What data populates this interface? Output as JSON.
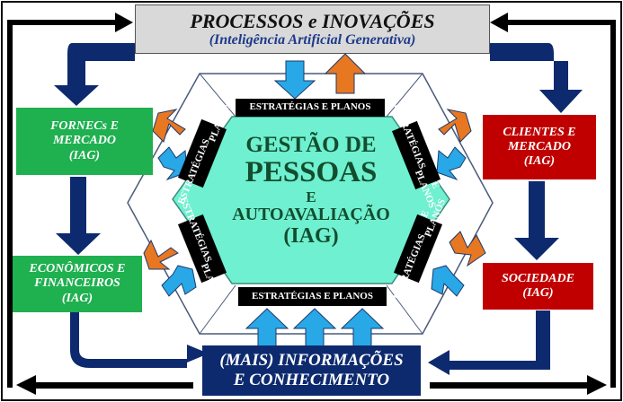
{
  "top": {
    "title": "PROCESSOS e INOVAÇÕES",
    "subtitle": "(Inteligência Artificial Generativa)"
  },
  "left": [
    {
      "lines": [
        "FORNECs E",
        "MERCADO",
        "(IAG)"
      ]
    },
    {
      "lines": [
        "ECONÔMICOS E",
        "FINANCEIROS",
        "(IAG)"
      ]
    }
  ],
  "right": [
    {
      "lines": [
        "CLIENTES E",
        "MERCADO",
        "(IAG)"
      ]
    },
    {
      "lines": [
        "SOCIEDADE",
        "(IAG)"
      ]
    }
  ],
  "bottom": {
    "lines": [
      "(MAIS) INFORMAÇÕES",
      "E CONHECIMENTO"
    ]
  },
  "center": {
    "lines": [
      "GESTÃO DE",
      "PESSOAS",
      "E",
      "AUTOAVALIAÇÃO",
      "(IAG)"
    ]
  },
  "labels": {
    "horizontal": "ESTRATÉGIAS E PLANOS",
    "rotated": [
      "ESTRATÉGIAS",
      "E PLANOS"
    ]
  },
  "colors": {
    "navy": "#0d2a6e",
    "green": "#1fb050",
    "red": "#c00000",
    "teal": "#6ff0d0",
    "orange": "#e87722",
    "sky": "#29a8e8"
  }
}
